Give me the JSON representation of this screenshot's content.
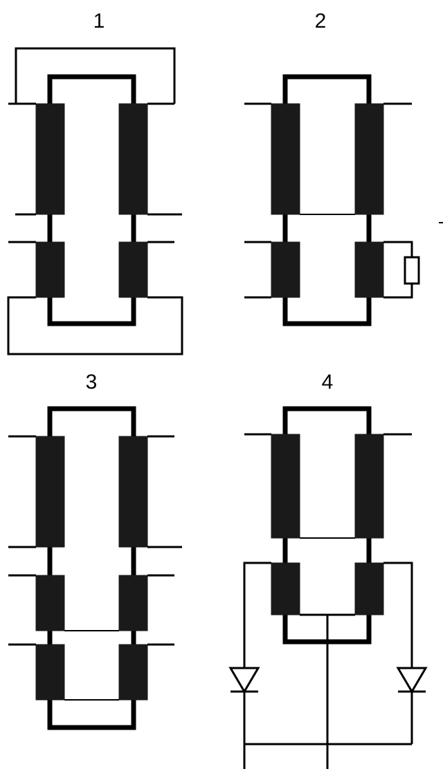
{
  "colors": {
    "ink": "#000000",
    "coil": "#1a1a1a",
    "background": "#ffffff"
  },
  "panels": [
    {
      "label": "1"
    },
    {
      "label": "2"
    },
    {
      "label": "3"
    },
    {
      "label": "4"
    }
  ]
}
